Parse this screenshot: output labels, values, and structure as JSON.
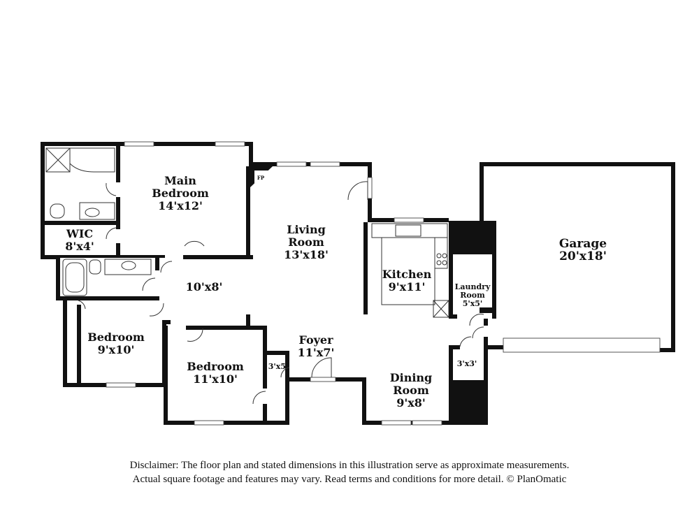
{
  "rooms": {
    "main_bedroom": {
      "name_line1": "Main",
      "name_line2": "Bedroom",
      "size": "14'x12'"
    },
    "wic": {
      "name": "WIC",
      "size": "8'x4'"
    },
    "living_room": {
      "name_line1": "Living",
      "name_line2": "Room",
      "size": "13'x18'"
    },
    "hall": {
      "size": "10'x8'"
    },
    "kitchen": {
      "name": "Kitchen",
      "size": "9'x11'"
    },
    "laundry_room": {
      "name_line1": "Laundry",
      "name_line2": "Room",
      "size": "5'x5'"
    },
    "garage": {
      "name": "Garage",
      "size": "20'x18'"
    },
    "bedroom_left": {
      "name": "Bedroom",
      "size": "9'x10'"
    },
    "bedroom_center": {
      "name": "Bedroom",
      "size": "11'x10'"
    },
    "foyer": {
      "name": "Foyer",
      "size": "11'x7'"
    },
    "dining_room": {
      "name_line1": "Dining",
      "name_line2": "Room",
      "size": "9'x8'"
    },
    "closet_foyer": {
      "size": "3'x5'"
    },
    "closet_dining": {
      "size": "3'x3'"
    }
  },
  "fireplace": {
    "label": "FP"
  },
  "disclaimer": {
    "line1": "Disclaimer: The floor plan and stated dimensions in this illustration serve as approximate measurements.",
    "line2": "Actual square footage and features may vary. Read terms and conditions for more detail. © PlanOmatic"
  }
}
